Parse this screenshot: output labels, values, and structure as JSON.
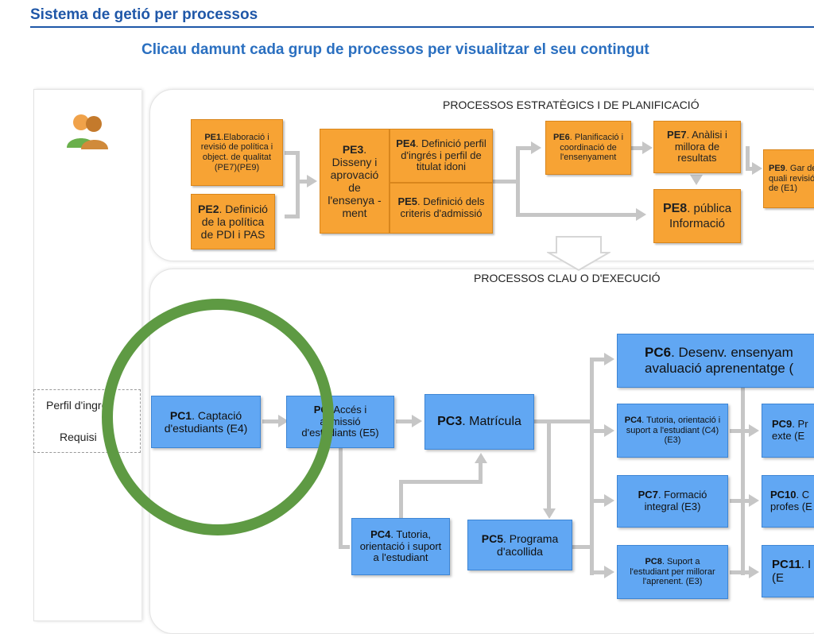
{
  "header": {
    "title": "Sistema de getió per processos",
    "subtitle": "Clicau damunt cada grup de processos per visualitzar el seu contingut"
  },
  "left": {
    "icon": "users-icon",
    "perfil": "Perfil d'ingrés",
    "requisits": "Requisi"
  },
  "strategic": {
    "title": "PROCESSOS ESTRATÈGICS I DE PLANIFICACIÓ",
    "pe1": {
      "code": "PE1",
      "text": ".Elaboració i revisió de política i object. de qualitat (PE7)(PE9)"
    },
    "pe2": {
      "code": "PE2",
      "text": ". Definició de la política de PDI i PAS"
    },
    "pe3": {
      "code": "PE3",
      "text": ". Disseny i aprovació de l'ensenya -ment"
    },
    "pe4": {
      "code": "PE4",
      "text": ". Definició perfil d'ingrés i perfil de titulat idoni"
    },
    "pe5": {
      "code": "PE5",
      "text": ". Definició dels criteris d'admissió"
    },
    "pe6": {
      "code": "PE6",
      "text": ". Planificació i coordinació de l'ensenyament"
    },
    "pe7": {
      "code": "PE7",
      "text": ". Anàlisi i millora de resultats"
    },
    "pe8": {
      "code": "PE8",
      "text": ". pública Informació"
    },
    "pe9": {
      "code": "PE9",
      "text": ". Gar de quali revisió de (E1)"
    }
  },
  "key": {
    "title": "PROCESSOS CLAU O D'EXECUCIÓ",
    "pc1": {
      "code": "PC1",
      "text": ". Captació d'estudiants (E4)"
    },
    "pc2": {
      "code": "PC",
      "text": ". Accés i admissió d'estudiants (E5)"
    },
    "pc3": {
      "code": "PC3",
      "text": ". Matrícula"
    },
    "pc4a": {
      "code": "PC4",
      "text": ". Tutoria, orientació i suport a l'estudiant"
    },
    "pc5": {
      "code": "PC5",
      "text": ". Programa d'acollida"
    },
    "pc6": {
      "code": "PC6",
      "text": ". Desenv. ensenyam avaluació aprenentatge ("
    },
    "pc4b": {
      "code": "PC4",
      "text": ". Tutoria, orientació i suport a l'estudiant (C4) (E3)"
    },
    "pc7": {
      "code": "PC7",
      "text": ". Formació integral (E3)"
    },
    "pc8": {
      "code": "PC8",
      "text": ". Suport a l'estudiant per millorar l'aprenent. (E3)"
    },
    "pc9": {
      "code": "PC9",
      "text": ". Pr exte (E"
    },
    "pc10": {
      "code": "PC10",
      "text": ". C profes (E"
    },
    "pc11": {
      "code": "PC11",
      "text": ". I (E"
    }
  },
  "colors": {
    "orange": "#f7a334",
    "blue": "#61a7f3",
    "circle": "#5e9a43",
    "title": "#1f57a8"
  }
}
